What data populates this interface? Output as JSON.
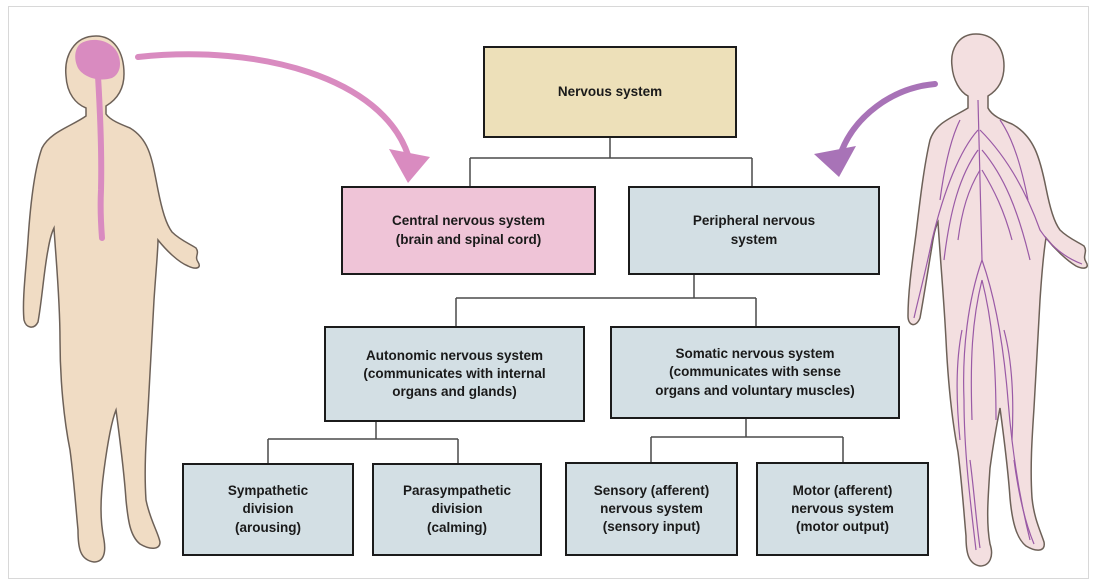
{
  "diagram": {
    "root": "Nervous system",
    "cns": "Central nervous system\n(brain and spinal cord)",
    "pns": "Peripheral nervous\nsystem",
    "autonomic": "Autonomic nervous system\n(communicates with internal\norgans and glands)",
    "somatic": "Somatic nervous system\n(communicates with sense\norgans and voluntary muscles)",
    "sympathetic": "Sympathetic\ndivision\n(arousing)",
    "parasympathetic": "Parasympathetic\ndivision\n(calming)",
    "sensory": "Sensory (afferent)\nnervous system\n(sensory input)",
    "motor": "Motor (afferent)\nnervous system\n(motor output)"
  },
  "colors": {
    "root_fill": "#ede0b9",
    "cns_fill": "#efc4d7",
    "pns_fill": "#d3dfe4",
    "arrow": "#d98bc0",
    "skin": "#f0dcc4",
    "nerves": "#9a5aa6"
  }
}
